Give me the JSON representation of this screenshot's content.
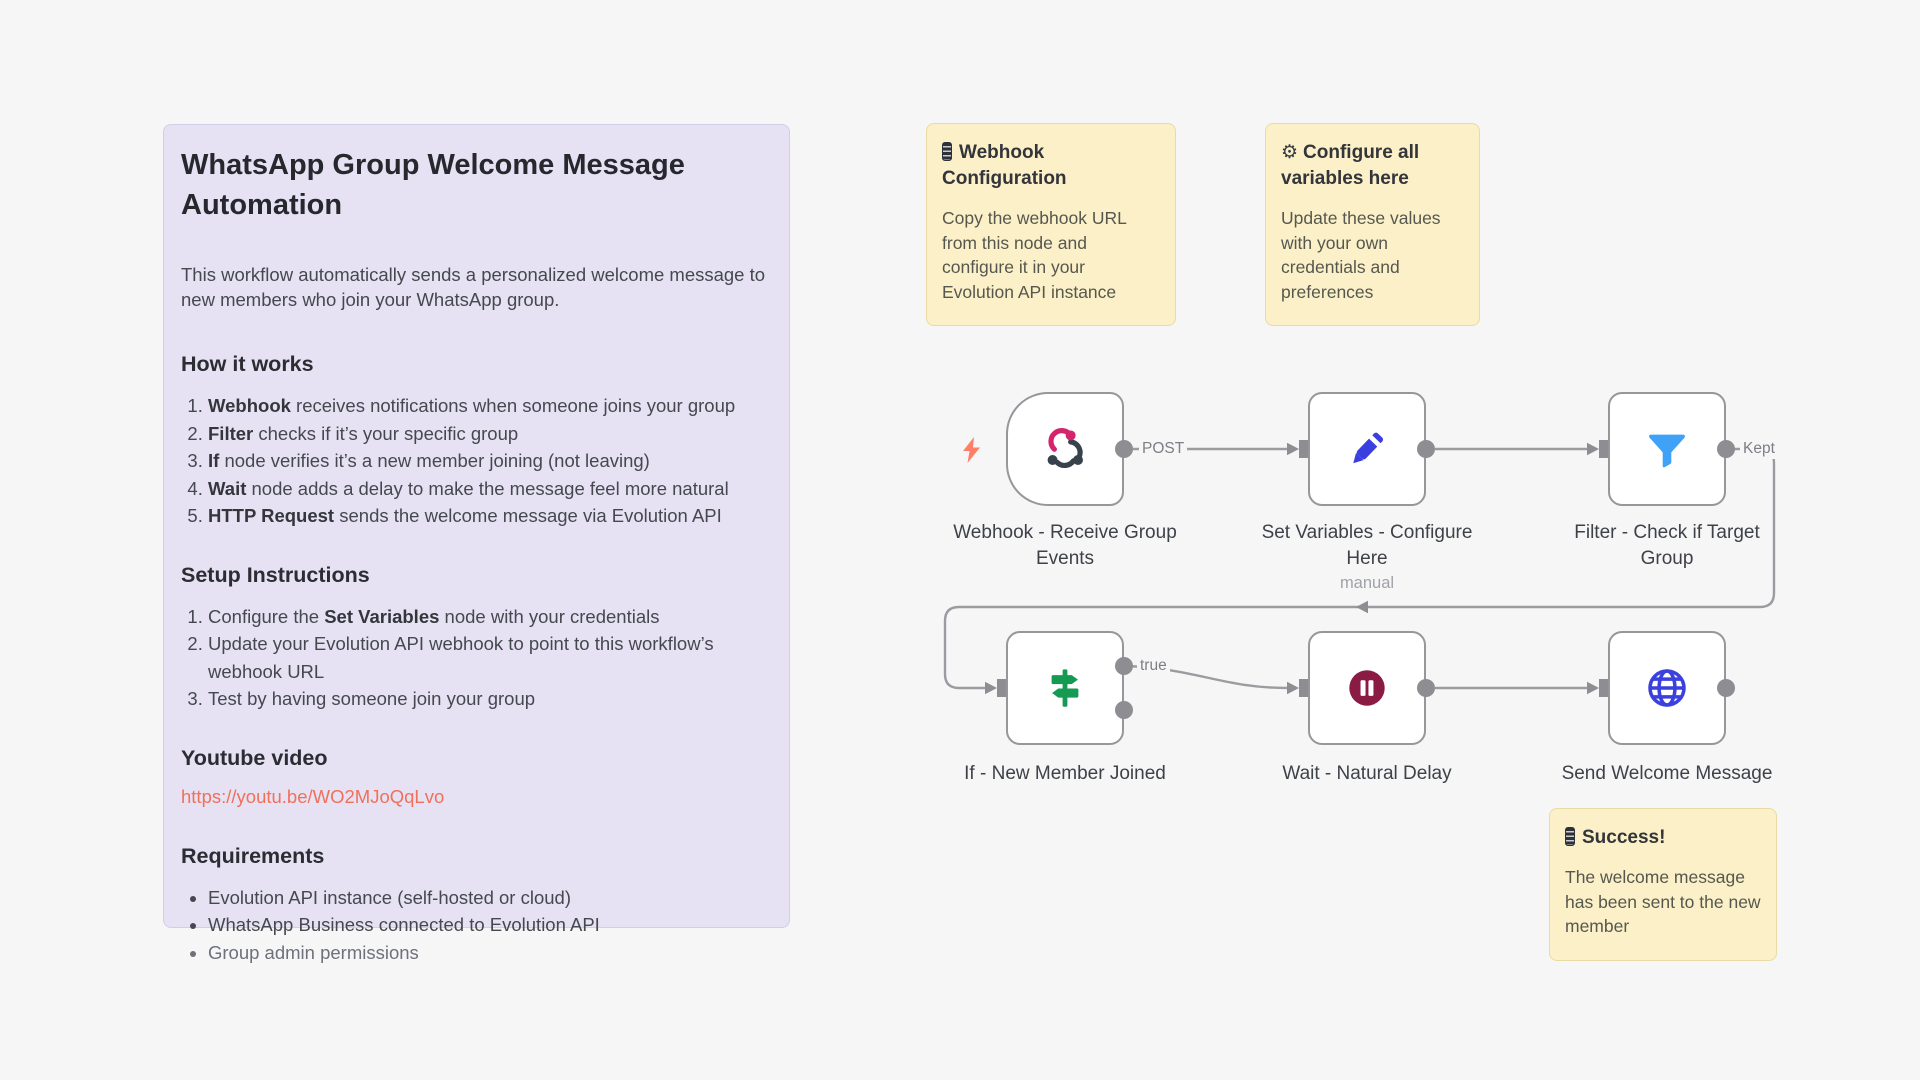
{
  "doc_note": {
    "title": "WhatsApp Group Welcome Message Automation",
    "intro": "This workflow automatically sends a personalized welcome message to new members who join your WhatsApp group.",
    "how": {
      "heading": "How it works",
      "items": [
        {
          "bold": "Webhook",
          "text": " receives notifications when someone joins your group"
        },
        {
          "bold": "Filter",
          "text": " checks if it’s your specific group"
        },
        {
          "bold": "If",
          "text": " node verifies it’s a new member joining (not leaving)"
        },
        {
          "bold": "Wait",
          "text": " node adds a delay to make the message feel more natural"
        },
        {
          "bold": "HTTP Request",
          "text": " sends the welcome message via Evolution API"
        }
      ]
    },
    "setup": {
      "heading": "Setup Instructions",
      "items": [
        {
          "pre": "Configure the ",
          "bold": "Set Variables",
          "post": " node with your credentials"
        },
        {
          "pre": "Update your Evolution API webhook to point to this workflow’s webhook URL",
          "bold": "",
          "post": ""
        },
        {
          "pre": "Test by having someone join your group",
          "bold": "",
          "post": ""
        }
      ]
    },
    "youtube": {
      "heading": "Youtube video",
      "link_text": "https://youtu.be/WO2MJoQqLvo"
    },
    "requirements": {
      "heading": "Requirements",
      "items": [
        "Evolution API instance (self-hosted or cloud)",
        "WhatsApp Business connected to Evolution API",
        "Group admin permissions"
      ]
    }
  },
  "sticky_webhook": {
    "icon": "missing-emoji-box",
    "heading": "Webhook Configuration",
    "body": "Copy the webhook URL from this node and configure it in your Evolution API instance"
  },
  "sticky_configure": {
    "icon": "gear",
    "icon_char": "⚙",
    "heading": "Configure all variables here",
    "body": "Update these values with your own credentials and preferences"
  },
  "sticky_success": {
    "icon": "missing-emoji-box",
    "heading": "Success!",
    "body": "The welcome message has been sent to the new member"
  },
  "nodes": [
    {
      "id": "webhook",
      "label": "Webhook - Receive Group Events",
      "icon": "webhook",
      "type": "trigger"
    },
    {
      "id": "set",
      "label": "Set Variables - Configure Here",
      "sublabel": "manual",
      "icon": "pencil"
    },
    {
      "id": "filter",
      "label": "Filter - Check if Target Group",
      "icon": "funnel"
    },
    {
      "id": "if",
      "label": "If - New Member Joined",
      "icon": "signpost"
    },
    {
      "id": "wait",
      "label": "Wait - Natural Delay",
      "icon": "pause-circle"
    },
    {
      "id": "http",
      "label": "Send Welcome Message",
      "icon": "globe"
    }
  ],
  "connection_labels": {
    "post": "POST",
    "kept": "Kept",
    "true": "true"
  },
  "colors": {
    "canvas_bg": "#f6f6f7",
    "purple_note_bg": "#e6e2f3",
    "yellow_note_bg": "#fbf0c8",
    "link": "#f0705a",
    "wire": "#9b9ba0",
    "webhook_pink": "#d5246e",
    "webhook_dark": "#37424c",
    "pencil_blue": "#3b3fe0",
    "funnel_blue": "#3fa2f7",
    "signpost_green": "#149a52",
    "wait_maroon": "#8a1c44",
    "globe_blue": "#3a41dc",
    "bolt_orange": "#ff7f66"
  }
}
